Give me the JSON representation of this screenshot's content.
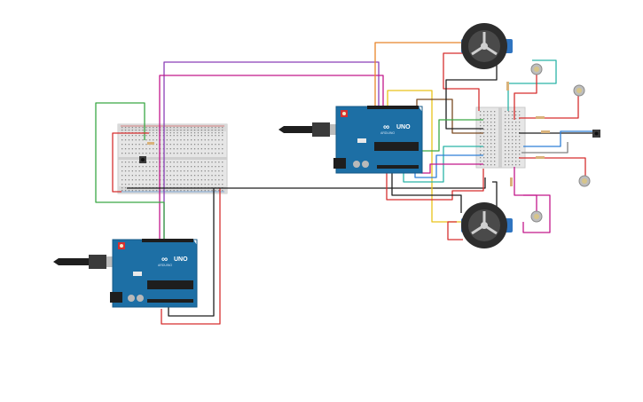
{
  "circuit": {
    "arduino_left": {
      "brand_mark": "∞",
      "model_label": "UNO",
      "sub_label": "ARDUINO"
    },
    "arduino_right": {
      "brand_mark": "∞",
      "model_label": "UNO",
      "sub_label": "ARDUINO"
    }
  },
  "colors": {
    "board_blue": "#1d6fa5",
    "board_dark": "#155a87",
    "breadboard": "#e6e6e6",
    "wire_red": "#d62f2f",
    "wire_black": "#1e1e1e",
    "wire_green": "#3aa845",
    "wire_orange": "#e8852a",
    "wire_purple": "#8b3fb6",
    "wire_magenta": "#c2188b",
    "wire_yellow": "#e9c21a",
    "wire_teal": "#2bb3a8",
    "wire_blue": "#2f7fd6",
    "wire_brown": "#7a4a22",
    "wire_gray": "#7f7f7f",
    "motor_dark": "#2d2d2d",
    "motor_blue": "#2f74c0"
  },
  "icons": [
    "usb-cable-icon",
    "arduino-uno-icon",
    "breadboard-icon",
    "dc-motor-wheel-icon",
    "ldr-sensor-icon",
    "pushbutton-icon",
    "resistor-icon"
  ]
}
